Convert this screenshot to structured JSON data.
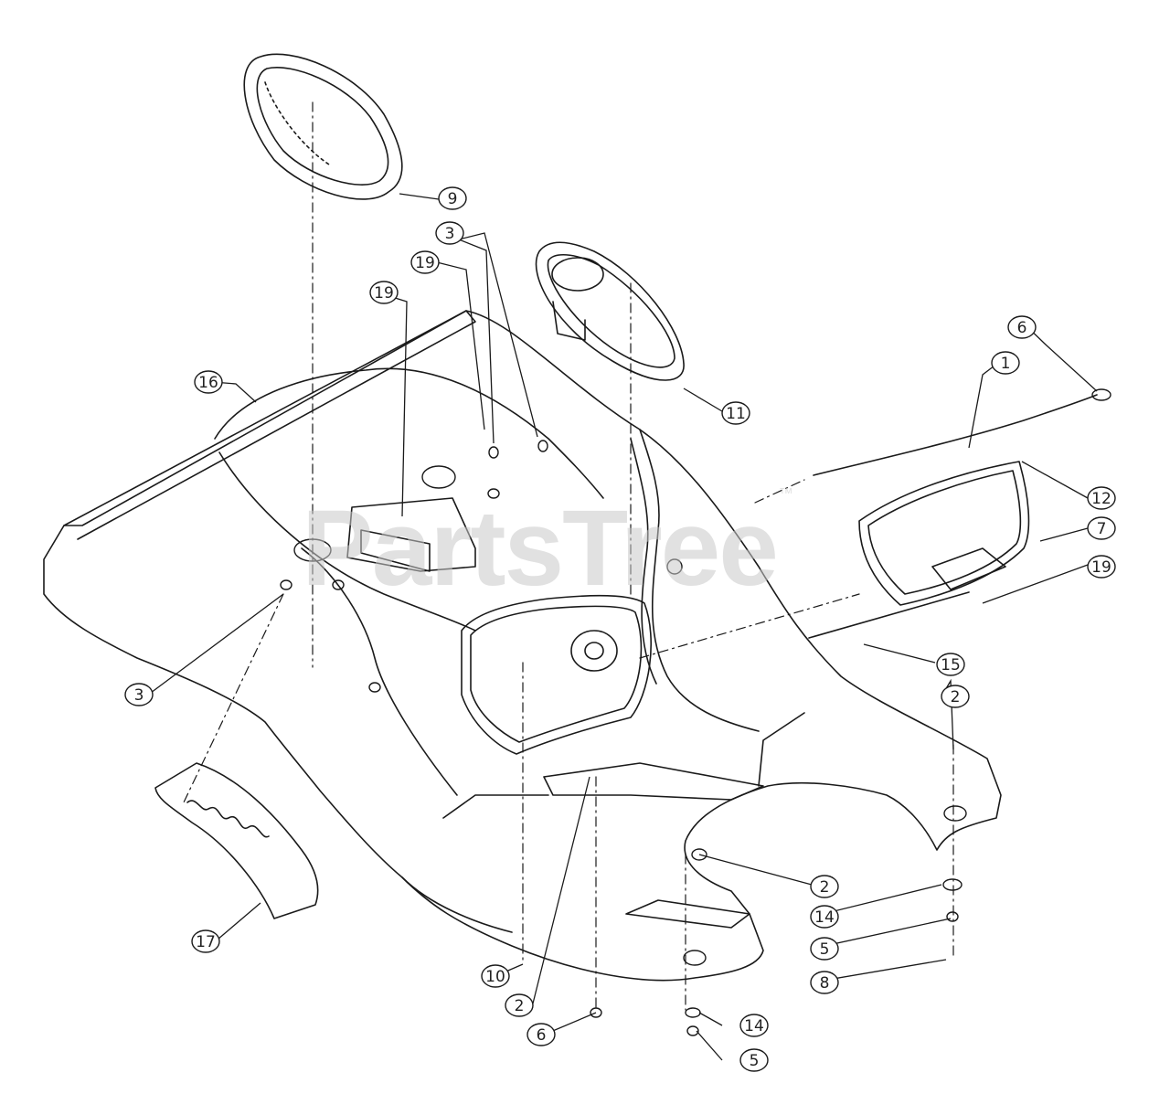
{
  "diagram": {
    "watermark": "PartsTree",
    "trademark": "™",
    "callouts": [
      "9",
      "3",
      "19",
      "19",
      "16",
      "11",
      "6",
      "1",
      "12",
      "7",
      "19",
      "15",
      "3",
      "2",
      "17",
      "10",
      "2",
      "6",
      "2",
      "14",
      "5",
      "8",
      "14",
      "5"
    ]
  }
}
